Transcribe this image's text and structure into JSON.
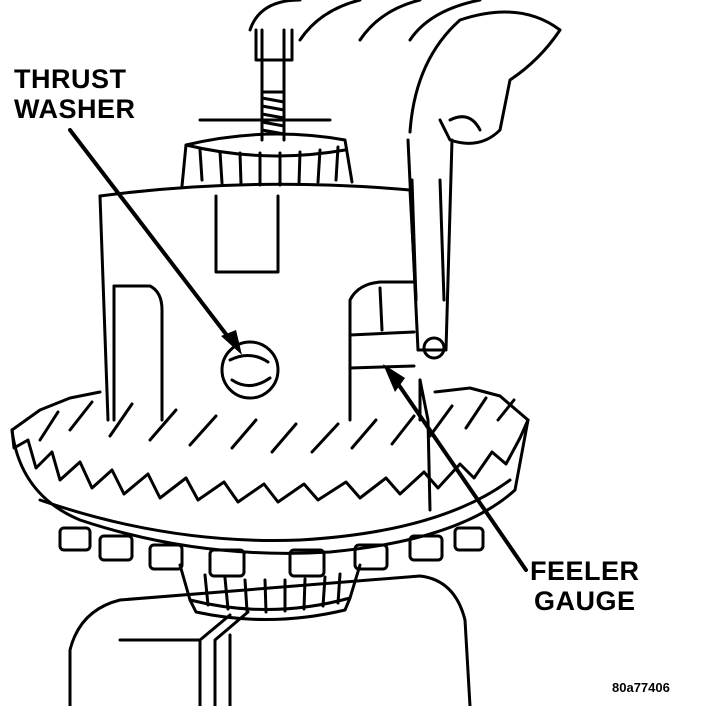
{
  "labels": {
    "thrust_washer": [
      "THRUST",
      "WASHER"
    ],
    "feeler_gauge": [
      "FEELER",
      "GAUGE"
    ]
  },
  "figure_code": "80a77406"
}
